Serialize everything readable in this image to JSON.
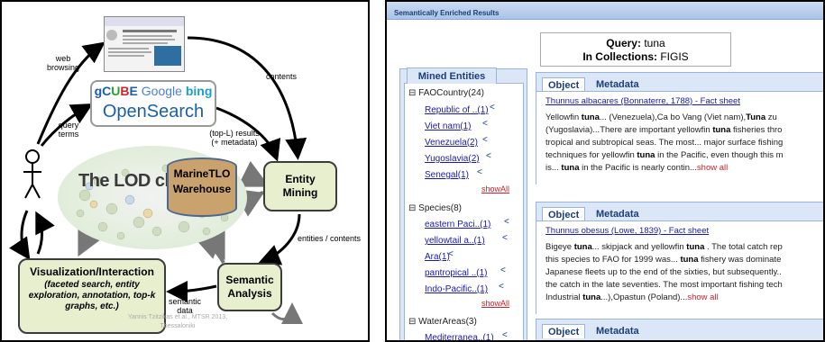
{
  "diagram": {
    "labels": {
      "web_browsing": "web\nbrowsing",
      "query_terms": "query\nterms",
      "contents": "contents",
      "topl_results": "(top-L) results\n(+ metadata)",
      "entities_contents": "entities / contents",
      "semantic_data": "semantic\ndata"
    },
    "engines": [
      "gC",
      "U",
      "B",
      "E",
      "Google",
      "bing"
    ],
    "opensearch": "OpenSearch",
    "lod_cloud_text": "The LOD cl",
    "warehouse": "MarineTLO\nWarehouse",
    "entity_mining": "Entity\nMining",
    "semantic_analysis": "Semantic\nAnalysis",
    "vis_title": "Visualization/Interaction",
    "vis_sub": "(faceted search, entity exploration, annotation, top-k graphs, etc.)",
    "citation": "Yannis Tzitzikas et al., MTSR 2013, Thessaloniki"
  },
  "ui": {
    "title_bar": "Semantically Enriched Results",
    "query_label": "Query:",
    "query_value": "tuna",
    "collections_label": "In Collections:",
    "collections_value": "FIGIS",
    "mined_tab": "Mined Entities",
    "groups": [
      {
        "head": "⊟ FAOCountry(24)",
        "items": [
          "Republic of ..(1)",
          "Viet nam(1)",
          "Venezuela(2)",
          "Yugoslavia(2)",
          "Senegal(1)"
        ],
        "showall": "showAll"
      },
      {
        "head": "⊟ Species(8)",
        "items": [
          "eastern Paci..(1)",
          "yellowtail a..(1)",
          "Ara(1)",
          "pantropical ..(1)",
          "Indo-Pacific..(1)"
        ],
        "showall": "showAll"
      },
      {
        "head": "⊟ WaterAreas(3)",
        "items": [
          "Mediterranea..(1)"
        ]
      }
    ],
    "results": [
      {
        "tab_object": "Object",
        "tab_metadata": "Metadata",
        "title": "Thunnus albacares (Bonnaterre, 1788) - Fact sheet",
        "lines": [
          "Yellowfin <b>tuna</b>... (Venezuela),Ca bo Vang (Viet nam),<b>Tuna</b> zu",
          "(Yugoslavia)...There are important yellowfin <b>tuna</b> fisheries thro",
          "tropical and subtropical seas. The most... major surface fishing",
          "techniques for yellowfin <b>tuna</b> in the Pacific, even though this m",
          "is... <b>tuna</b> in the Pacific is nearly contin...<span class=\"show-link\">show all</span>"
        ]
      },
      {
        "tab_object": "Object",
        "tab_metadata": "Metadata",
        "title": "Thunnus obesus (Lowe, 1839) - Fact sheet",
        "lines": [
          "Bigeye <b>tuna</b>... skipjack and yellowfin <b>tuna</b> . The total catch rep",
          "this species to FAO for 1999 was... <b>tuna</b> fishery was dominate",
          "Japanese fleets up to the end of the sixties, but subsequently..",
          "the catch in the late seventies. The most important fishing tech",
          "Industrial <b>tuna</b>...),Opastun (Poland)...<span class=\"show-link\">show all</span>"
        ]
      },
      {
        "tab_object": "Object",
        "tab_metadata": "Metadata"
      }
    ]
  }
}
